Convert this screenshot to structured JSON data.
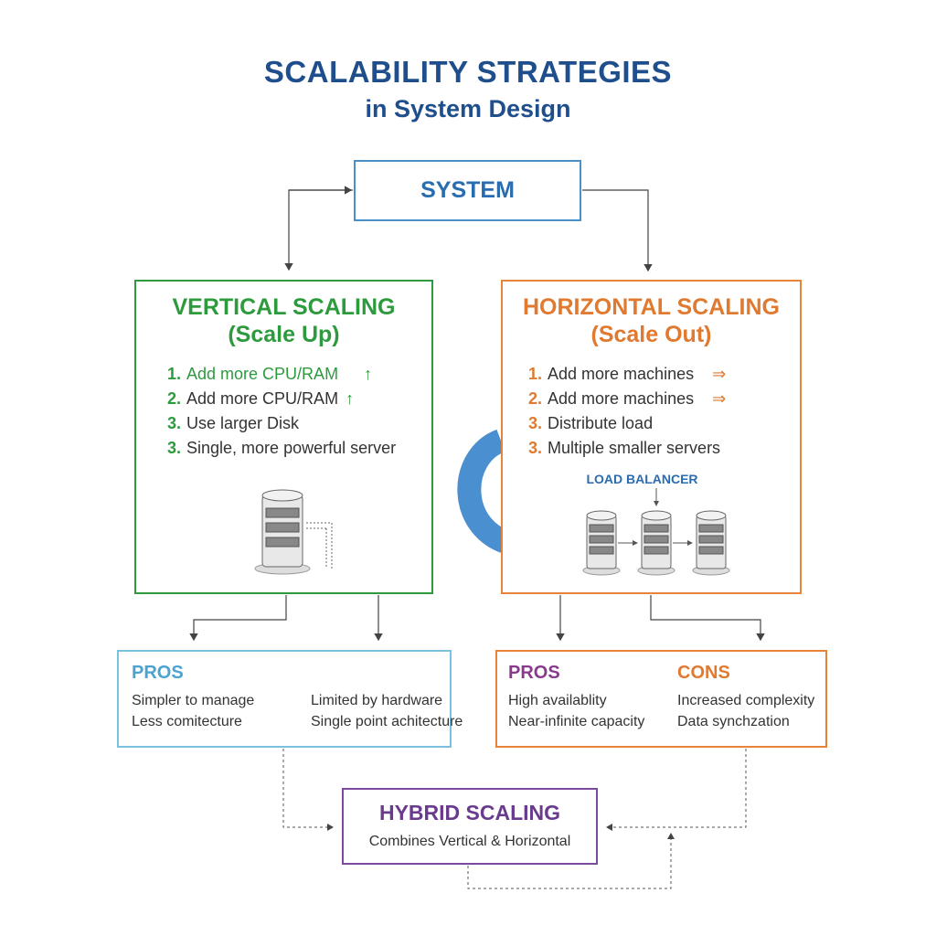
{
  "header": {
    "title": "SCALABILITY STRATEGIES",
    "subtitle": "in System Design"
  },
  "system": {
    "label": "SYSTEM"
  },
  "vertical": {
    "title": "VERTICAL SCALING",
    "subtitle": "(Scale Up)",
    "items": [
      {
        "num": "1.",
        "text": "Add more CPU/RAM",
        "arrow": "↑"
      },
      {
        "num": "2.",
        "text": "Add more CPU/RAM",
        "arrow": "↑"
      },
      {
        "num": "3.",
        "text": "Use larger Disk",
        "arrow": ""
      },
      {
        "num": "3.",
        "text": "Single, more powerful server",
        "arrow": ""
      }
    ]
  },
  "horizontal": {
    "title": "HORIZONTAL SCALING",
    "subtitle": "(Scale Out)",
    "items": [
      {
        "num": "1.",
        "text": "Add more machines",
        "arrow": "⇒"
      },
      {
        "num": "2.",
        "text": "Add more machines",
        "arrow": "⇒"
      },
      {
        "num": "3.",
        "text": "Distribute load",
        "arrow": ""
      },
      {
        "num": "3.",
        "text": "Multiple smaller servers",
        "arrow": ""
      }
    ],
    "load_balancer": "LOAD BALANCER"
  },
  "vertical_tradeoffs": {
    "pros_label": "PROS",
    "col1": [
      "Simpler to manage",
      "Less comitecture"
    ],
    "col2": [
      "Limited by hardware",
      "Single point achitecture"
    ]
  },
  "horizontal_tradeoffs": {
    "pros_label": "PROS",
    "cons_label": "CONS",
    "pros": [
      "High availablity",
      "Near-infinite capacity"
    ],
    "cons": [
      "Increased complexity",
      "Data synchzation"
    ]
  },
  "hybrid": {
    "title": "HYBRID SCALING",
    "text": "Combines Vertical & Horizontal"
  },
  "colors": {
    "title": "#1f4e8c",
    "vertical": "#2e9a3e",
    "horizontal": "#e07a30",
    "pros_left": "#4aa3d0",
    "pros_right": "#8a3a8e",
    "hybrid": "#6a3a8e",
    "load_arrow": "#4a90d0"
  }
}
